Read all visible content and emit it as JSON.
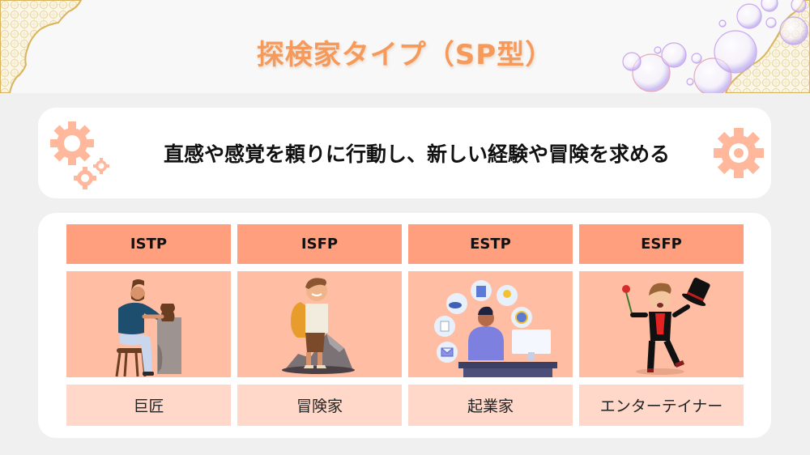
{
  "header": {
    "title": "探検家タイプ（SP型）"
  },
  "tagline": {
    "text": "直感や感覚を頼りに行動し、新しい経験や冒険を求める",
    "icons": [
      "gears-icon",
      "gear-icon"
    ]
  },
  "colors": {
    "title": "#f59a5a",
    "header_cell": "#ff9f7e",
    "image_cell": "#ffbea4",
    "label_cell": "#ffd8c9",
    "gear": "#ffb89c"
  },
  "types": [
    {
      "code": "ISTP",
      "label": "巨匠",
      "illustration": "potter-illustration"
    },
    {
      "code": "ISFP",
      "label": "冒険家",
      "illustration": "hiker-illustration"
    },
    {
      "code": "ESTP",
      "label": "起業家",
      "illustration": "entrepreneur-illustration"
    },
    {
      "code": "ESFP",
      "label": "エンターテイナー",
      "illustration": "entertainer-illustration"
    }
  ]
}
